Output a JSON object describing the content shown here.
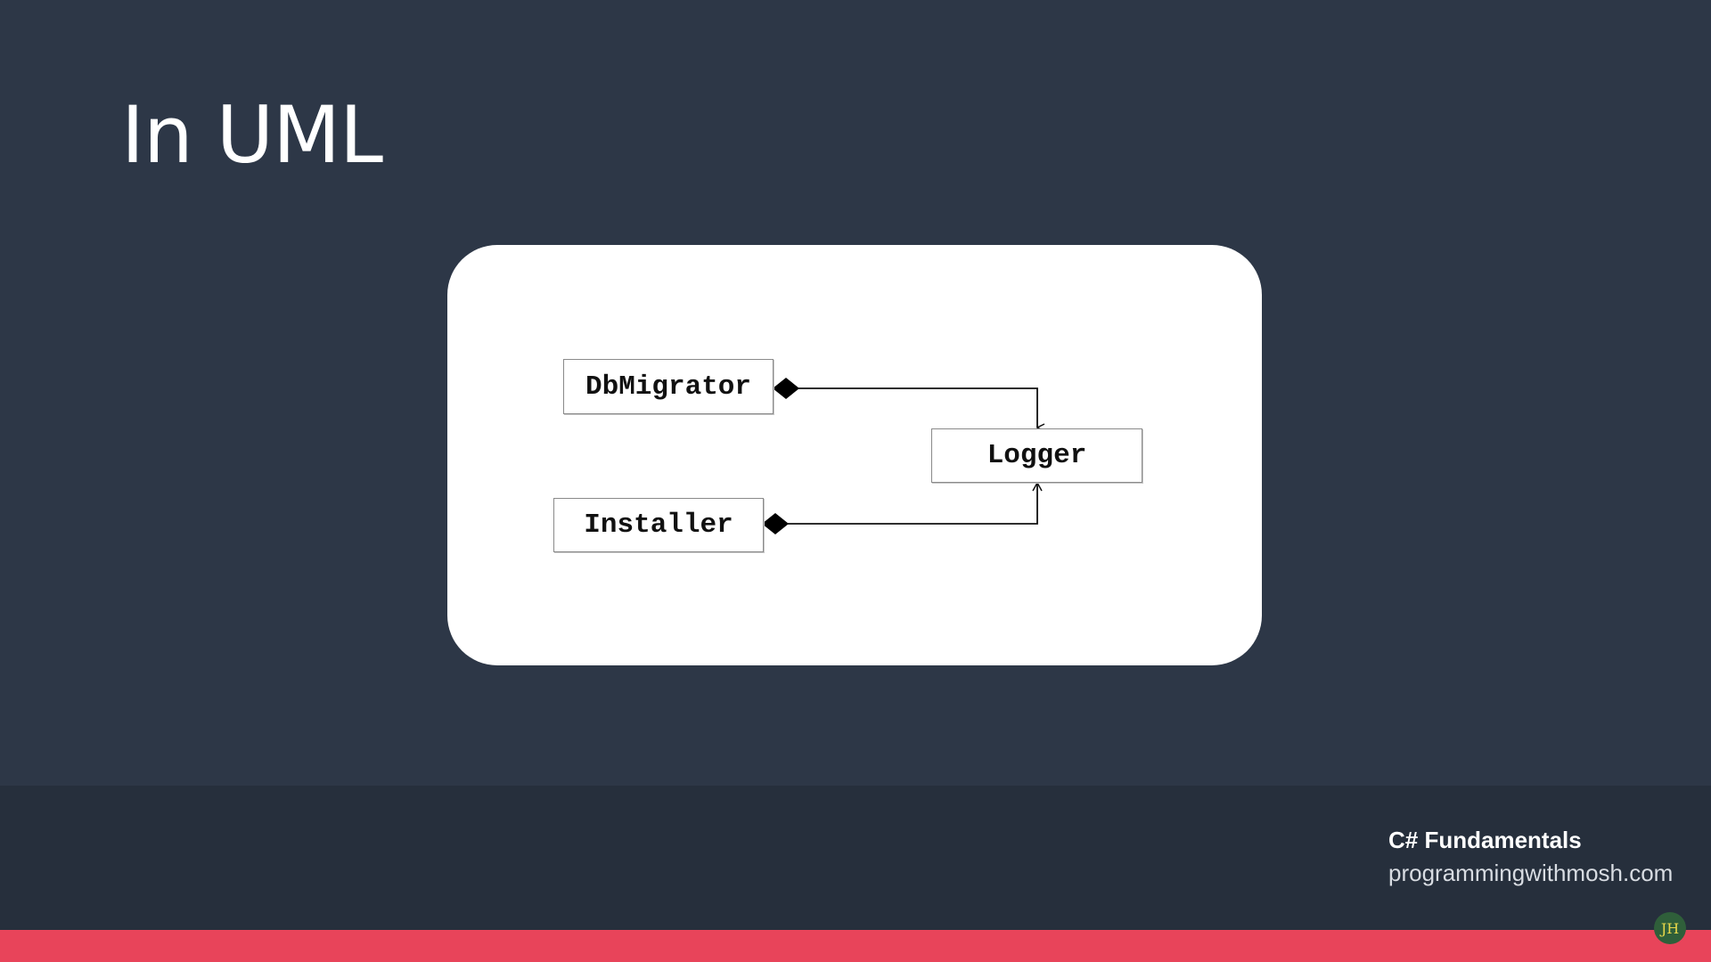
{
  "slide": {
    "title": "In UML"
  },
  "diagram": {
    "classes": {
      "dbmigrator": "DbMigrator",
      "installer": "Installer",
      "logger": "Logger"
    },
    "relationships": [
      {
        "from": "DbMigrator",
        "to": "Logger",
        "type": "composition"
      },
      {
        "from": "Installer",
        "to": "Logger",
        "type": "composition"
      }
    ]
  },
  "footer": {
    "course": "C# Fundamentals",
    "site": "programmingwithmosh.com",
    "watermark": "JH"
  },
  "colors": {
    "background": "#2d3747",
    "accent": "#e8445a"
  }
}
